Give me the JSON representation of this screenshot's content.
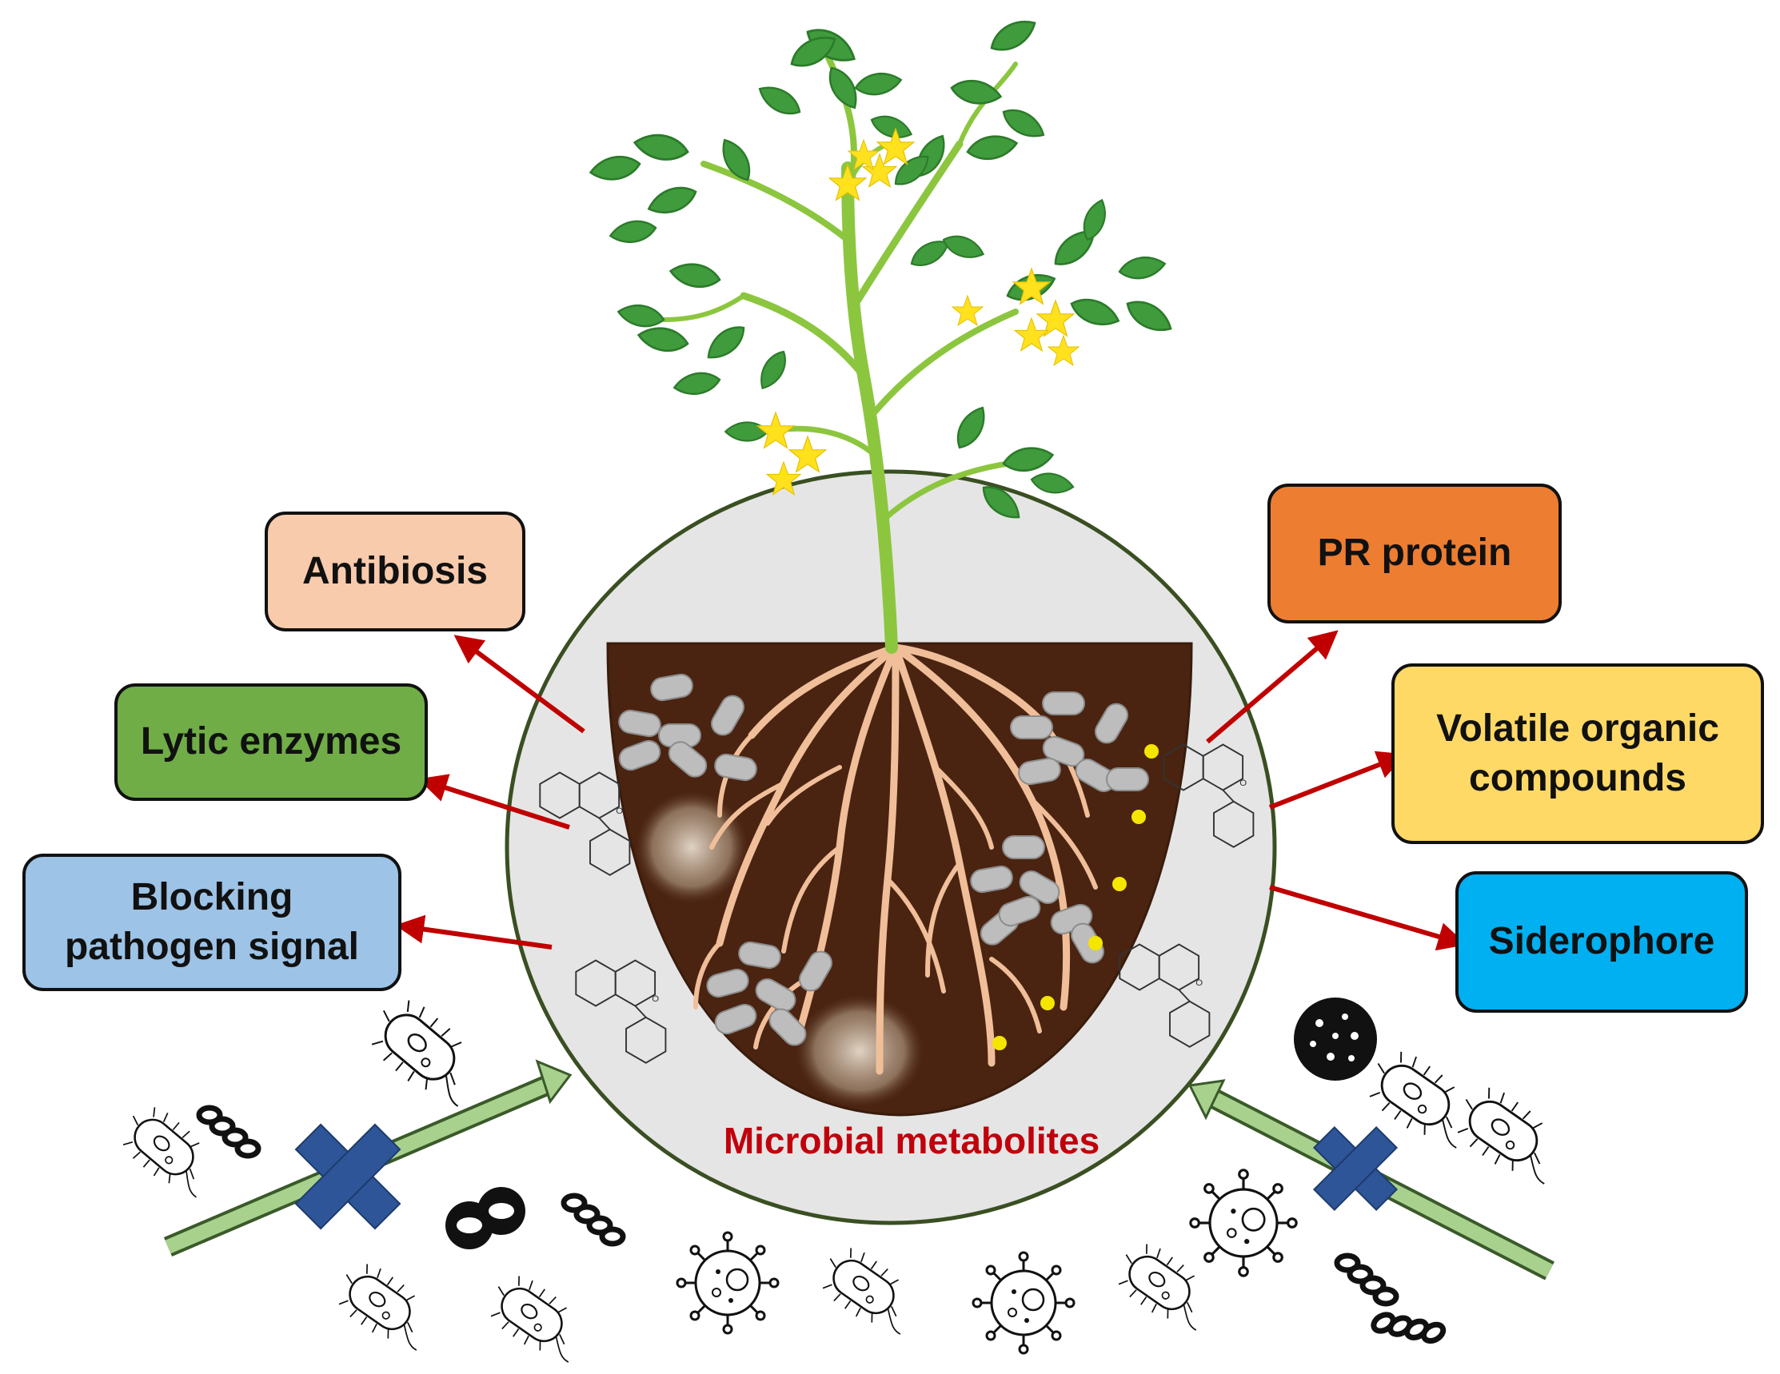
{
  "labels": {
    "antibiosis": "Antibiosis",
    "lytic_enzymes": "Lytic enzymes",
    "blocking_line1": "Blocking",
    "blocking_line2": "pathogen signal",
    "pr_protein": "PR protein",
    "voc_line1": "Volatile organic",
    "voc_line2": "compounds",
    "siderophore": "Siderophore",
    "caption": "Microbial metabolites"
  },
  "colors": {
    "antibiosis": "#f8cbad",
    "lytic_enzymes": "#70ad47",
    "blocking": "#9dc3e6",
    "pr_protein": "#ed7d31",
    "voc": "#ffd966",
    "siderophore": "#00b0f0",
    "arrow": "#c00000",
    "caption": "#c0000b",
    "soil": "#4a2411",
    "zone": "#e4e4e4",
    "leaf": "#3f9b3c",
    "flower": "#ffe11e",
    "block_x": "#2e5597",
    "green_arrow": "#a9d18e"
  },
  "icons": [
    "tomato-plant-icon",
    "root-system-icon",
    "bacterium-icon",
    "virus-icon",
    "diplococcus-icon",
    "streptococcus-chain-icon",
    "flavonoid-molecule-icon",
    "block-x-icon"
  ]
}
